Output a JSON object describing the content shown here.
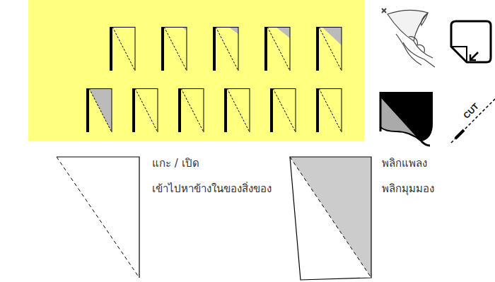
{
  "diagram": {
    "labels": [
      "แกะ / เปิด",
      "เข้าไปหาข้างในของสิ่งของ",
      "พลิกแพลง",
      "พลิกมุมมอง",
      "CUT"
    ]
  }
}
